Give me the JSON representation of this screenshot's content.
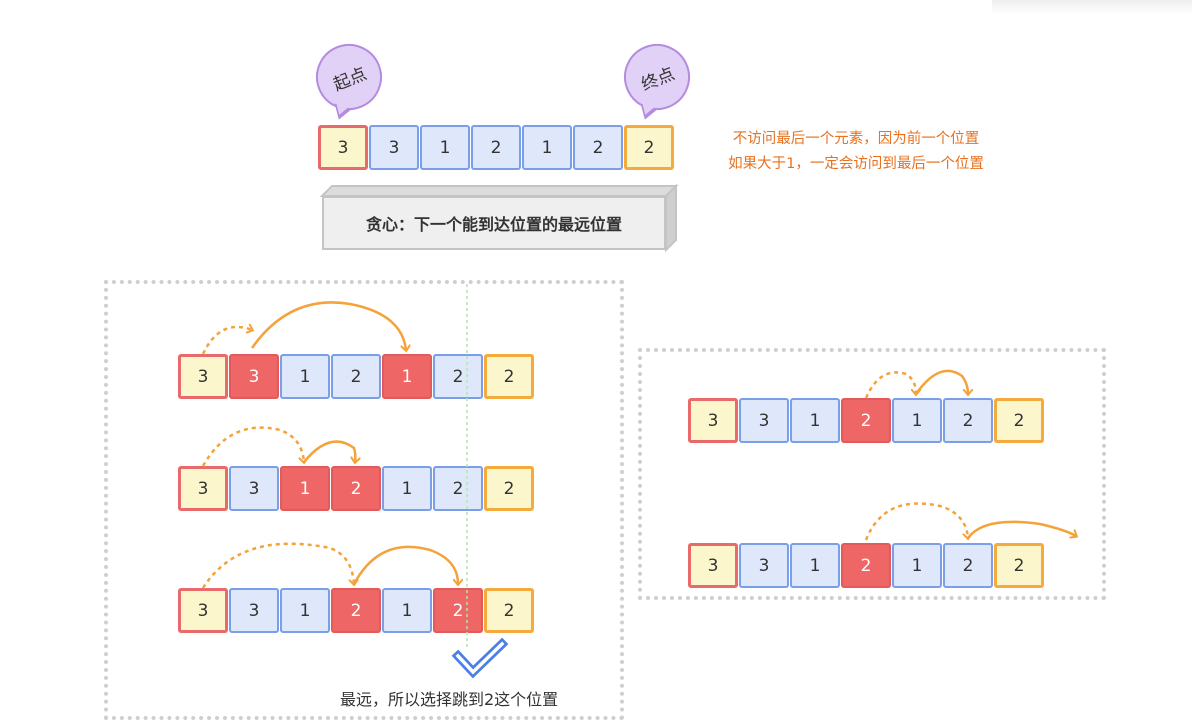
{
  "top": {
    "start_label": "起点",
    "end_label": "终点",
    "cells": [
      "3",
      "3",
      "1",
      "2",
      "1",
      "2",
      "2"
    ],
    "note_line1": "不访问最后一个元素，因为前一个位置",
    "note_line2": "如果大于1，一定会访问到最后一个位置",
    "greedy_label": "贪心：下一个能到达位置的最远位置"
  },
  "left_panel": {
    "rows": [
      {
        "cells": [
          "3",
          "3",
          "1",
          "2",
          "1",
          "2",
          "2"
        ]
      },
      {
        "cells": [
          "3",
          "3",
          "1",
          "2",
          "1",
          "2",
          "2"
        ]
      },
      {
        "cells": [
          "3",
          "3",
          "1",
          "2",
          "1",
          "2",
          "2"
        ]
      }
    ],
    "caption": "最远，所以选择跳到2这个位置"
  },
  "right_panel": {
    "rows": [
      {
        "cells": [
          "3",
          "3",
          "1",
          "2",
          "1",
          "2",
          "2"
        ]
      },
      {
        "cells": [
          "3",
          "3",
          "1",
          "2",
          "1",
          "2",
          "2"
        ]
      }
    ]
  },
  "colors": {
    "start_border": "#e96a6a",
    "end_border": "#f4ab3c",
    "highlight": "#ee6666",
    "arrow": "#f4a23a",
    "bubble": "#e2d1f6",
    "note_text": "#e8711f",
    "check": "#4a7fe8"
  },
  "icons": {
    "check": "check-icon"
  }
}
